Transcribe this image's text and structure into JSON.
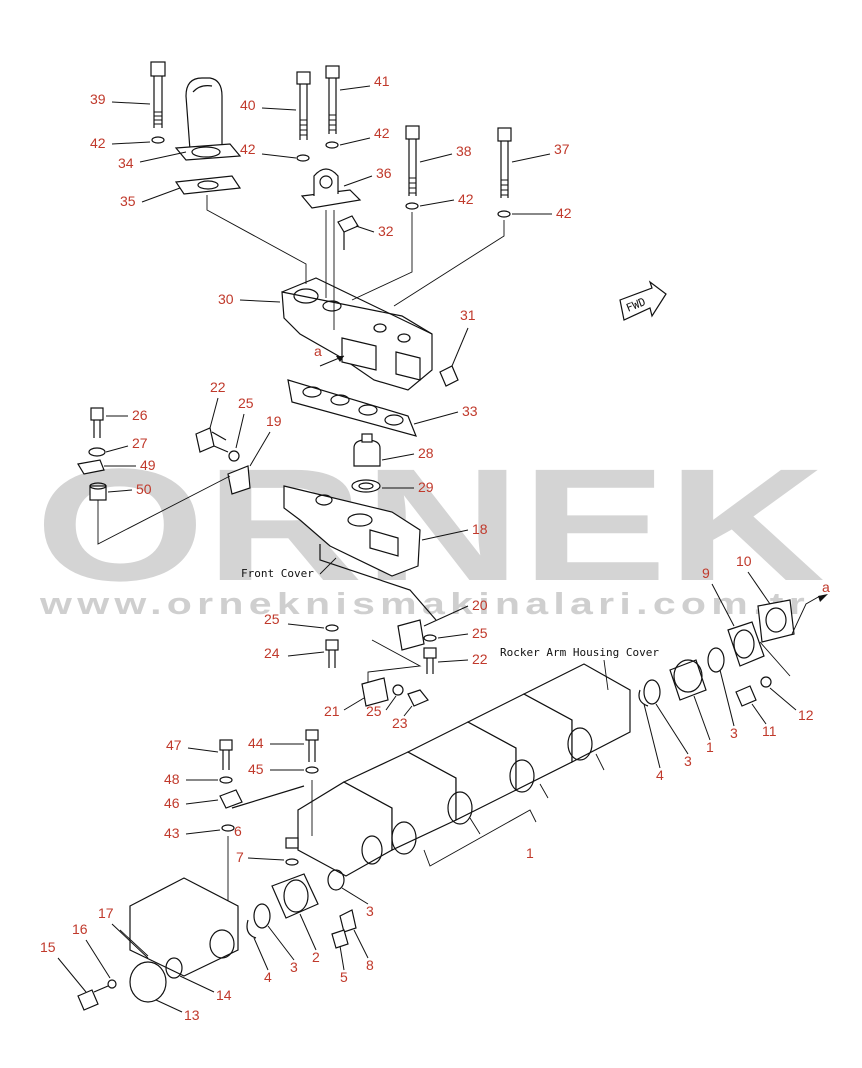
{
  "watermark": {
    "brand": "ORNEK",
    "url": "www.orneknismakinalari.com.tr"
  },
  "labels": {
    "front_cover": "Front Cover",
    "rocker_cover": "Rocker Arm Housing Cover",
    "fwd": "FWD",
    "ref_a_left": "a",
    "ref_a_right": "a"
  },
  "callouts": [
    {
      "id": "c39",
      "text": "39"
    },
    {
      "id": "c42a",
      "text": "42"
    },
    {
      "id": "c34",
      "text": "34"
    },
    {
      "id": "c35",
      "text": "35"
    },
    {
      "id": "c40",
      "text": "40"
    },
    {
      "id": "c41",
      "text": "41"
    },
    {
      "id": "c42b",
      "text": "42"
    },
    {
      "id": "c42c",
      "text": "42"
    },
    {
      "id": "c36",
      "text": "36"
    },
    {
      "id": "c38",
      "text": "38"
    },
    {
      "id": "c37",
      "text": "37"
    },
    {
      "id": "c42d",
      "text": "42"
    },
    {
      "id": "c42e",
      "text": "42"
    },
    {
      "id": "c32",
      "text": "32"
    },
    {
      "id": "c30",
      "text": "30"
    },
    {
      "id": "c31",
      "text": "31"
    },
    {
      "id": "c33",
      "text": "33"
    },
    {
      "id": "c22a",
      "text": "22"
    },
    {
      "id": "c25a",
      "text": "25"
    },
    {
      "id": "c19",
      "text": "19"
    },
    {
      "id": "c26",
      "text": "26"
    },
    {
      "id": "c27",
      "text": "27"
    },
    {
      "id": "c49",
      "text": "49"
    },
    {
      "id": "c50",
      "text": "50"
    },
    {
      "id": "c28",
      "text": "28"
    },
    {
      "id": "c29",
      "text": "29"
    },
    {
      "id": "c18",
      "text": "18"
    },
    {
      "id": "c20",
      "text": "20"
    },
    {
      "id": "c25b",
      "text": "25"
    },
    {
      "id": "c25c",
      "text": "25"
    },
    {
      "id": "c24",
      "text": "24"
    },
    {
      "id": "c22b",
      "text": "22"
    },
    {
      "id": "c21",
      "text": "21"
    },
    {
      "id": "c25d",
      "text": "25"
    },
    {
      "id": "c23",
      "text": "23"
    },
    {
      "id": "c9",
      "text": "9"
    },
    {
      "id": "c10",
      "text": "10"
    },
    {
      "id": "c12",
      "text": "12"
    },
    {
      "id": "c11",
      "text": "11"
    },
    {
      "id": "c3a",
      "text": "3"
    },
    {
      "id": "c1a",
      "text": "1"
    },
    {
      "id": "c3b",
      "text": "3"
    },
    {
      "id": "c4a",
      "text": "4"
    },
    {
      "id": "c47",
      "text": "47"
    },
    {
      "id": "c44",
      "text": "44"
    },
    {
      "id": "c45",
      "text": "45"
    },
    {
      "id": "c48",
      "text": "48"
    },
    {
      "id": "c46",
      "text": "46"
    },
    {
      "id": "c43",
      "text": "43"
    },
    {
      "id": "c6",
      "text": "6"
    },
    {
      "id": "c7",
      "text": "7"
    },
    {
      "id": "c1b",
      "text": "1"
    },
    {
      "id": "c3c",
      "text": "3"
    },
    {
      "id": "c8",
      "text": "8"
    },
    {
      "id": "c17",
      "text": "17"
    },
    {
      "id": "c16",
      "text": "16"
    },
    {
      "id": "c15",
      "text": "15"
    },
    {
      "id": "c4b",
      "text": "4"
    },
    {
      "id": "c3d",
      "text": "3"
    },
    {
      "id": "c2",
      "text": "2"
    },
    {
      "id": "c5",
      "text": "5"
    },
    {
      "id": "c14",
      "text": "14"
    },
    {
      "id": "c13",
      "text": "13"
    }
  ]
}
